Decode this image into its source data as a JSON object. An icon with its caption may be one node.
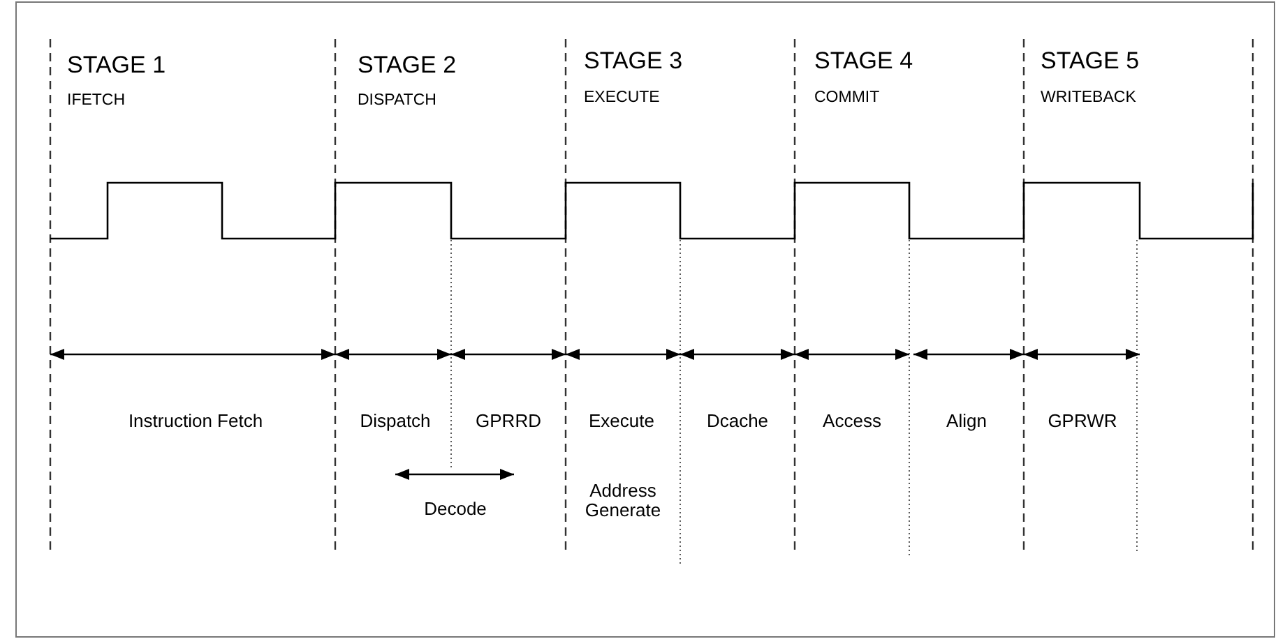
{
  "diagram": {
    "labels": [
      "STAGE 1",
      "IFETCH",
      "STAGE 2",
      "DISPATCH",
      "STAGE 3",
      "EXECUTE",
      "STAGE 4",
      "COMMIT",
      "STAGE 5",
      "WRITEBACK",
      "Instruction Fetch",
      "Dispatch",
      "GPRRD",
      "Execute",
      "Dcache",
      "Access",
      "Align",
      "GPRWR",
      "Decode",
      "Address Generate"
    ]
  }
}
